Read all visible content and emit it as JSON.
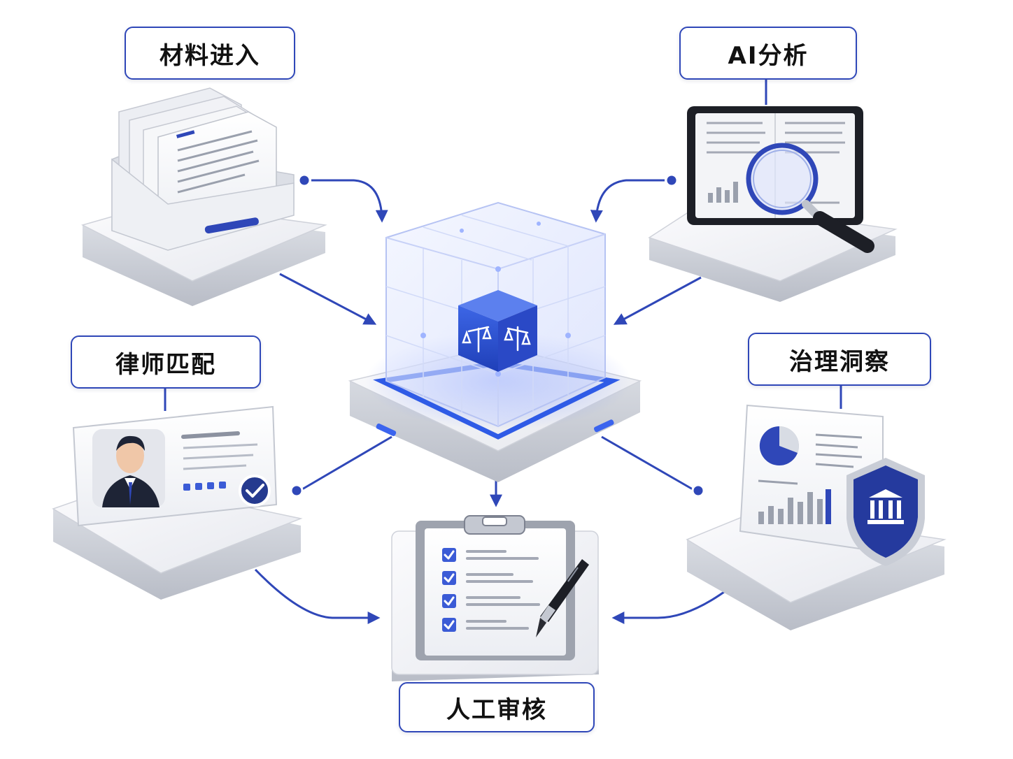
{
  "stages": {
    "intake": "材料进入",
    "ai_analysis": "AI分析",
    "lawyer_matching": "律师匹配",
    "governance_insight": "治理洞察",
    "manual_review": "人工审核"
  },
  "colors": {
    "accent": "#2f47b8",
    "platform_light": "#f2f3f6",
    "platform_shadow": "#c9ccd4",
    "core_blue": "#2d56d9"
  },
  "icons": {
    "intake": "file-tray-icon",
    "ai_analysis": "tablet-magnifier-icon",
    "lawyer_matching": "lawyer-profile-card-icon",
    "governance_insight": "report-shield-icon",
    "manual_review": "clipboard-checklist-icon",
    "core": "glass-cube-scales-icon"
  }
}
